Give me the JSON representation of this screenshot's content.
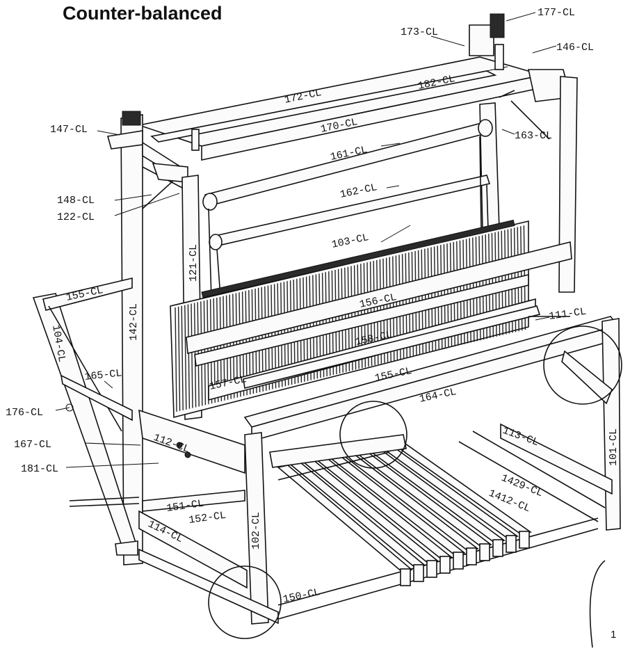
{
  "title": "Counter-balanced",
  "page_number": "1",
  "labels": {
    "l177": "177-CL",
    "l173": "173-CL",
    "l146": "146-CL",
    "l172": "172-CL",
    "l182": "182-CL",
    "l147": "147-CL",
    "l170": "170-CL",
    "l163": "163-CL",
    "l161": "161-CL",
    "l148": "148-CL",
    "l122": "122-CL",
    "l162": "162-CL",
    "l121": "121-CL",
    "l103": "103-CL",
    "l155a": "155-CL",
    "l142": "142-CL",
    "l156": "156-CL",
    "l111": "111-CL",
    "l104": "104-CL",
    "l158": "158-CL",
    "l165": "165-CL",
    "l157": "157-CL",
    "l155b": "155-CL",
    "l176": "176-CL",
    "l164": "164-CL",
    "l167": "167-CL",
    "l112": "112-CL",
    "l113": "113-CL",
    "l101": "101-CL",
    "l181": "181-CL",
    "l1429": "1429-CL",
    "l151": "151-CL",
    "l1412": "1412-CL",
    "l152": "152-CL",
    "l102": "102-CL",
    "l114": "114-CL",
    "l150": "150-CL"
  }
}
